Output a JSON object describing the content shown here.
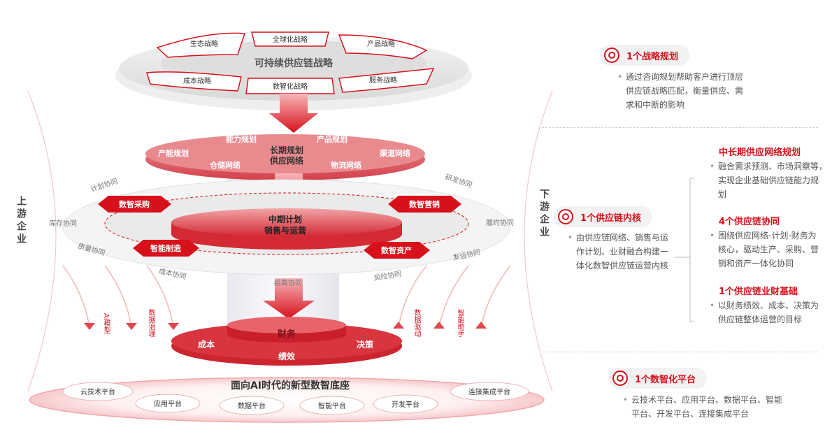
{
  "strategy": {
    "title": "可持续供应链战略",
    "tiles": [
      "生态战略",
      "全球化战略",
      "产品战略",
      "成本战略",
      "数智化战略",
      "服务战略"
    ]
  },
  "network": {
    "center": [
      "长期规划",
      "供应网络"
    ],
    "labels": [
      "能力规划",
      "产品规划",
      "产能规划",
      "渠道网络",
      "仓储网络",
      "物流网络"
    ]
  },
  "core": {
    "center": [
      "中期计划",
      "销售与运营"
    ],
    "badges": [
      "数智采购",
      "数智营销",
      "智能制造",
      "数智资产"
    ],
    "ring_labels": [
      "计划协同",
      "研发协同",
      "库存协同",
      "履约协同",
      "质量协同",
      "发运协同",
      "成本协同",
      "风险协同"
    ]
  },
  "finance": {
    "connector": "结算协同",
    "top": "财务",
    "labels": [
      "成本",
      "决策",
      "绩效"
    ]
  },
  "streams": {
    "left": [
      "AI模型",
      "数据治理"
    ],
    "right": [
      "数据驱动",
      "智能助手"
    ]
  },
  "platform": {
    "title": "面向AI时代的新型数智底座",
    "items": [
      "云技术平台",
      "应用平台",
      "数据平台",
      "智能平台",
      "开发平台",
      "连接集成平台"
    ]
  },
  "sides": {
    "left": "上游企业",
    "right": "下游企业"
  },
  "legend": {
    "strategy": {
      "label": "1个战略规划",
      "desc": [
        "通过咨询规划帮助客户进行顶层",
        "供应链战略匹配，衡量供应、需",
        "求和中断的影响"
      ]
    },
    "core": {
      "label": "1个供应链内核",
      "desc": [
        "由供应链网络、销售与运",
        "作计划、业财融合构建一",
        "体化数智供应链运营内核"
      ]
    },
    "sub": [
      {
        "title": "中长期供应网络规划",
        "desc": [
          "融合需求预测、市场洞察等，",
          "实现企业基础供应链能力规",
          "划"
        ]
      },
      {
        "title": "4个供应链协同",
        "desc": [
          "围绕供应网络-计划-财务为",
          "核心，驱动生产、采购、营",
          "销和资产一体化协同"
        ]
      },
      {
        "title": "1个供应链业财基础",
        "desc": [
          "以财务绩效、成本、决策为",
          "供应链整体运营的目标"
        ]
      }
    ],
    "platform": {
      "label": "1个数智化平台",
      "desc": [
        "云技术平台、应用平台、数据平台、智能",
        "平台、开发平台、连接集成平台"
      ]
    }
  },
  "colors": {
    "accent": "#d6111b",
    "light_accent": "#f3c4c6",
    "gray": "#e6e6e6"
  }
}
